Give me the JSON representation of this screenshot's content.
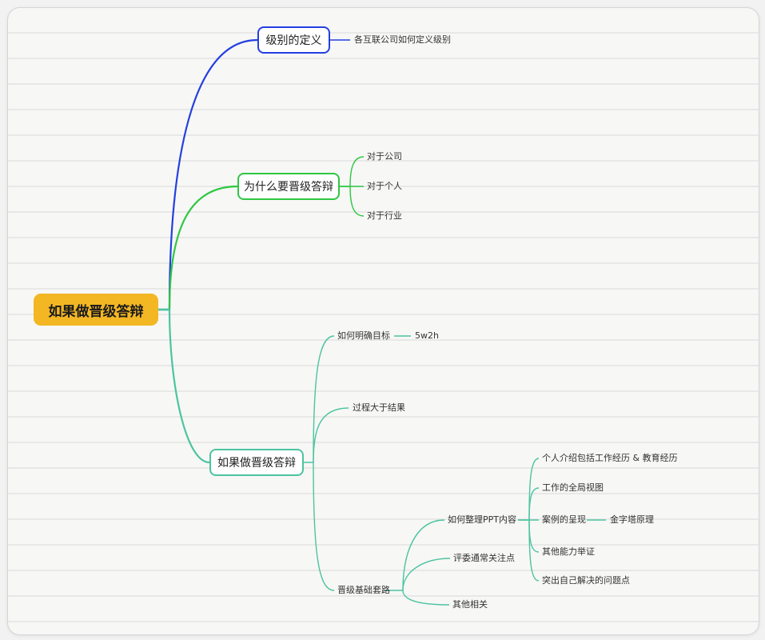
{
  "root": "如果做晋级答辩",
  "branches": {
    "definition": {
      "label": "级别的定义",
      "color": "#2340e0",
      "children": [
        "各互联公司如何定义级别"
      ]
    },
    "why": {
      "label": "为什么要晋级答辩",
      "color": "#2ec742",
      "children": [
        "对于公司",
        "对于个人",
        "对于行业"
      ]
    },
    "how": {
      "label": "如果做晋级答辩",
      "color": "#4cc4a0",
      "goal": {
        "label": "如何明确目标",
        "child": "5w2h"
      },
      "process": "过程大于结果",
      "routine": {
        "label": "晋级基础套路",
        "ppt": {
          "label": "如何整理PPT内容",
          "items": [
            "个人介绍包括工作经历 & 教育经历",
            "工作的全局视图",
            "案例的呈现",
            "其他能力举证",
            "突出自己解决的问题点"
          ],
          "case_child": "金字塔原理"
        },
        "focus": "评委通常关注点",
        "other": "其他相关"
      }
    }
  }
}
